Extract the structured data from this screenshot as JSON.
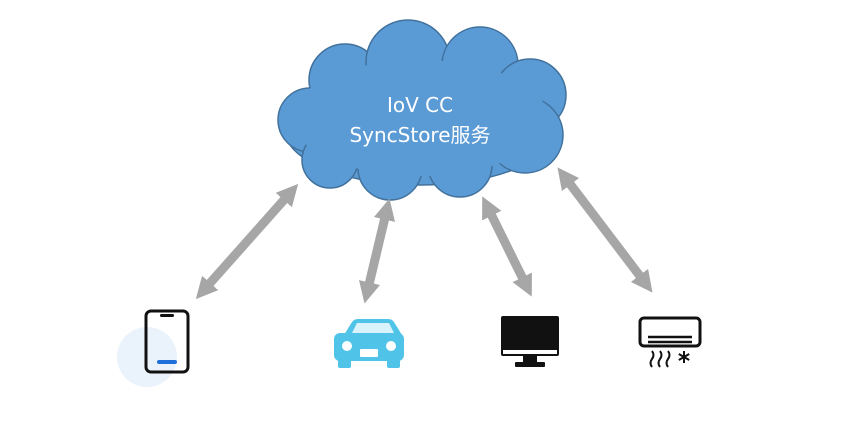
{
  "cloud": {
    "line1": "IoV CC",
    "line2": "SyncStore服务",
    "fill_color": "#5B9BD5",
    "stroke_color": "#41719C"
  },
  "arrows": {
    "color": "#A6A6A6"
  },
  "devices": [
    {
      "name": "phone",
      "icon": "smartphone-icon"
    },
    {
      "name": "car",
      "icon": "car-icon",
      "color": "#4FC3E8"
    },
    {
      "name": "monitor",
      "icon": "monitor-icon"
    },
    {
      "name": "air-conditioner",
      "icon": "air-conditioner-icon"
    }
  ]
}
